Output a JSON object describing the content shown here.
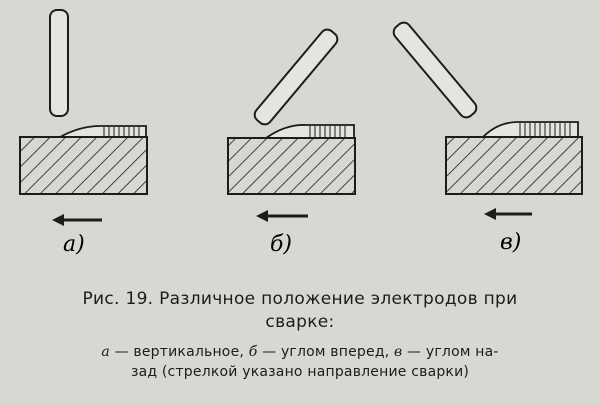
{
  "figure": {
    "panels": [
      {
        "id": "a",
        "label": "а)",
        "electrode": "vertical"
      },
      {
        "id": "b",
        "label": "б)",
        "electrode": "angle-forward"
      },
      {
        "id": "v",
        "label": "в)",
        "electrode": "angle-backward"
      }
    ],
    "arrow_direction": "left",
    "colors": {
      "ink": "#1c1c1c",
      "paper": "#d9d7d2"
    }
  },
  "caption": {
    "title_line1": "Рис. 19. Различное положение электродов при",
    "title_line2": "сварке:"
  },
  "legend": {
    "a_letter": "а",
    "a_text": " — вертикальное, ",
    "b_letter": "б",
    "b_text": " — углом вперед, ",
    "v_letter": "в",
    "v_text": " — углом на-",
    "line2": "зад (стрелкой указано направление сварки)"
  }
}
